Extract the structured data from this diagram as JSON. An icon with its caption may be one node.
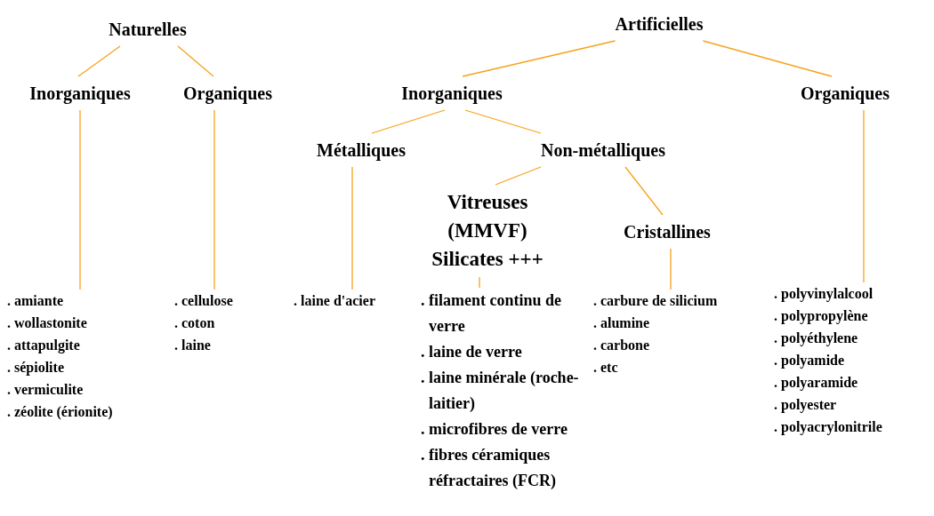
{
  "diagram": {
    "nodes": [
      {
        "text": [
          "Naturelles"
        ]
      },
      {
        "text": [
          "Inorganiques"
        ]
      },
      {
        "text": [
          "Organiques"
        ]
      },
      {
        "text": [
          "Artificielles"
        ]
      },
      {
        "text": [
          "Inorganiques"
        ]
      },
      {
        "text": [
          "Organiques"
        ]
      },
      {
        "text": [
          "Métalliques"
        ]
      },
      {
        "text": [
          "Non-métalliques"
        ]
      },
      {
        "text": [
          "Vitreuses (MMVF) Silicates +++"
        ]
      },
      {
        "text": [
          "Cristallines"
        ]
      },
      {
        "text": [
          ". amiante",
          ". wollastonite",
          ". attapulgite",
          ". sépiolite",
          ". vermiculite",
          ". zéolite (érionite)"
        ]
      },
      {
        "text": [
          ". cellulose",
          ". coton",
          ". laine"
        ]
      },
      {
        "text": [
          ". laine d'acier"
        ]
      },
      {
        "text": [
          ". filament continu de verre",
          ". laine de verre",
          ". laine minérale (roche-laitier)",
          ". microfibres de verre",
          ". fibres céramiques réfractaires (FCR)"
        ]
      },
      {
        "text": [
          ". carbure de silicium",
          ". alumine",
          ". carbone",
          ". etc"
        ]
      },
      {
        "text": [
          ". polyvinylalcool",
          ". polypropylène",
          ". polyéthylene",
          ". polyamide",
          ". polyaramide",
          ". polyester",
          ". polyacrylonitrile"
        ]
      }
    ],
    "edges": [
      {
        "from": 0,
        "to": 1,
        "arrow": "none"
      },
      {
        "from": 0,
        "to": 2,
        "arrow": "none"
      },
      {
        "from": 3,
        "to": 4,
        "arrow": "none"
      },
      {
        "from": 3,
        "to": 5,
        "arrow": "none"
      },
      {
        "from": 4,
        "to": 6,
        "arrow": "none"
      },
      {
        "from": 4,
        "to": 7,
        "arrow": "none"
      },
      {
        "from": 7,
        "to": 8,
        "arrow": "none"
      },
      {
        "from": 7,
        "to": 9,
        "arrow": "none"
      },
      {
        "from": 1,
        "to": 10,
        "arrow": "none"
      },
      {
        "from": 2,
        "to": 11,
        "arrow": "none"
      },
      {
        "from": 6,
        "to": 12,
        "arrow": "none"
      },
      {
        "from": 8,
        "to": 13,
        "arrow": "none"
      },
      {
        "from": 9,
        "to": 14,
        "arrow": "none"
      },
      {
        "from": 5,
        "to": 15,
        "arrow": "none"
      }
    ]
  }
}
